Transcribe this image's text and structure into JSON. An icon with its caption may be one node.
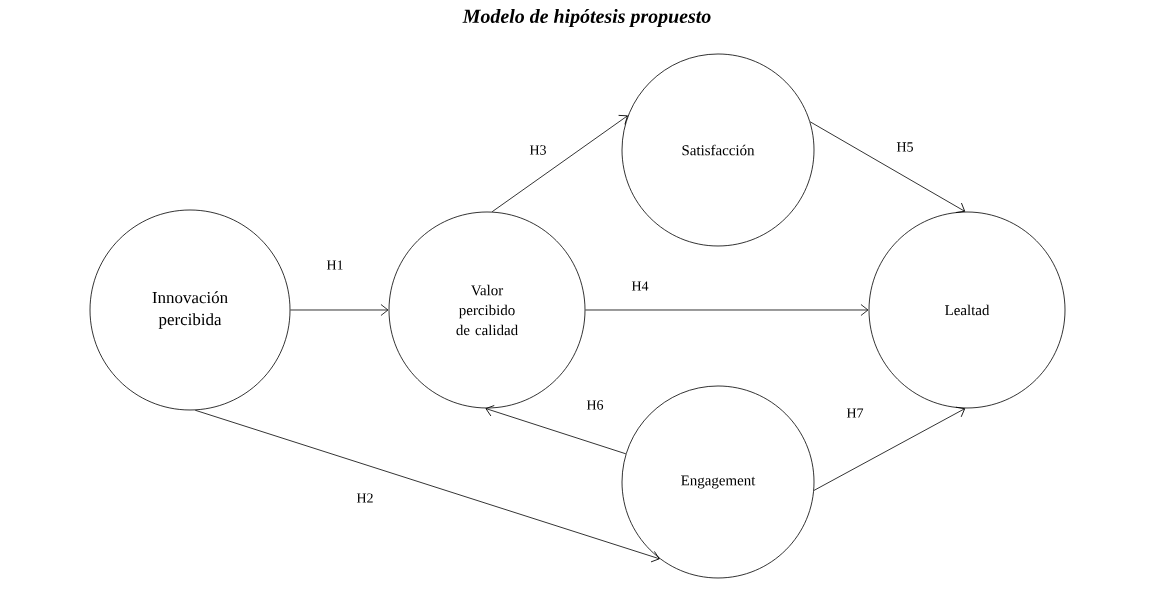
{
  "diagram": {
    "title": "Modelo de hipótesis propuesto",
    "nodes": [
      {
        "text": [
          "Innovación percibida"
        ]
      },
      {
        "text": [
          "Valor percibido de calidad"
        ]
      },
      {
        "text": [
          "Satisfacción"
        ]
      },
      {
        "text": [
          "Lealtad"
        ]
      },
      {
        "text": [
          "Engagement"
        ]
      }
    ],
    "edges": [
      {
        "from": 0,
        "to": 1,
        "arrow": "to",
        "label": "H1"
      },
      {
        "from": 0,
        "to": 4,
        "arrow": "to",
        "label": "H2"
      },
      {
        "from": 1,
        "to": 2,
        "arrow": "to",
        "label": "H3"
      },
      {
        "from": 1,
        "to": 3,
        "arrow": "to",
        "label": "H4"
      },
      {
        "from": 2,
        "to": 3,
        "arrow": "to",
        "label": "H5"
      },
      {
        "from": 4,
        "to": 1,
        "arrow": "to",
        "label": "H6"
      },
      {
        "from": 4,
        "to": 3,
        "arrow": "to",
        "label": "H7"
      }
    ]
  }
}
